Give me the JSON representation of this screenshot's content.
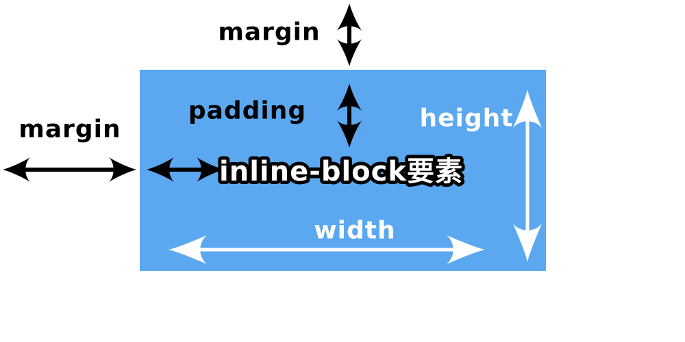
{
  "diagram": {
    "type": "css-box-model-diagram",
    "element_label": "inline-block要素",
    "labels": {
      "margin_top": "margin",
      "margin_left": "margin",
      "padding": "padding",
      "height": "height",
      "width": "width"
    },
    "colors": {
      "background": "#ffffff",
      "box_fill": "#5ba8f0",
      "black_arrow": "#000000",
      "white_arrow": "#ffffff",
      "element_text_fill": "#ffffff",
      "element_text_outline": "#000000"
    },
    "arrows": [
      {
        "name": "margin-top-arrow",
        "orientation": "vertical",
        "color": "#000000"
      },
      {
        "name": "padding-top-arrow",
        "orientation": "vertical",
        "color": "#000000"
      },
      {
        "name": "margin-left-arrow",
        "orientation": "horizontal",
        "color": "#000000"
      },
      {
        "name": "padding-left-arrow",
        "orientation": "horizontal",
        "color": "#000000"
      },
      {
        "name": "height-arrow",
        "orientation": "vertical",
        "color": "#ffffff"
      },
      {
        "name": "width-arrow",
        "orientation": "horizontal",
        "color": "#ffffff"
      }
    ]
  }
}
